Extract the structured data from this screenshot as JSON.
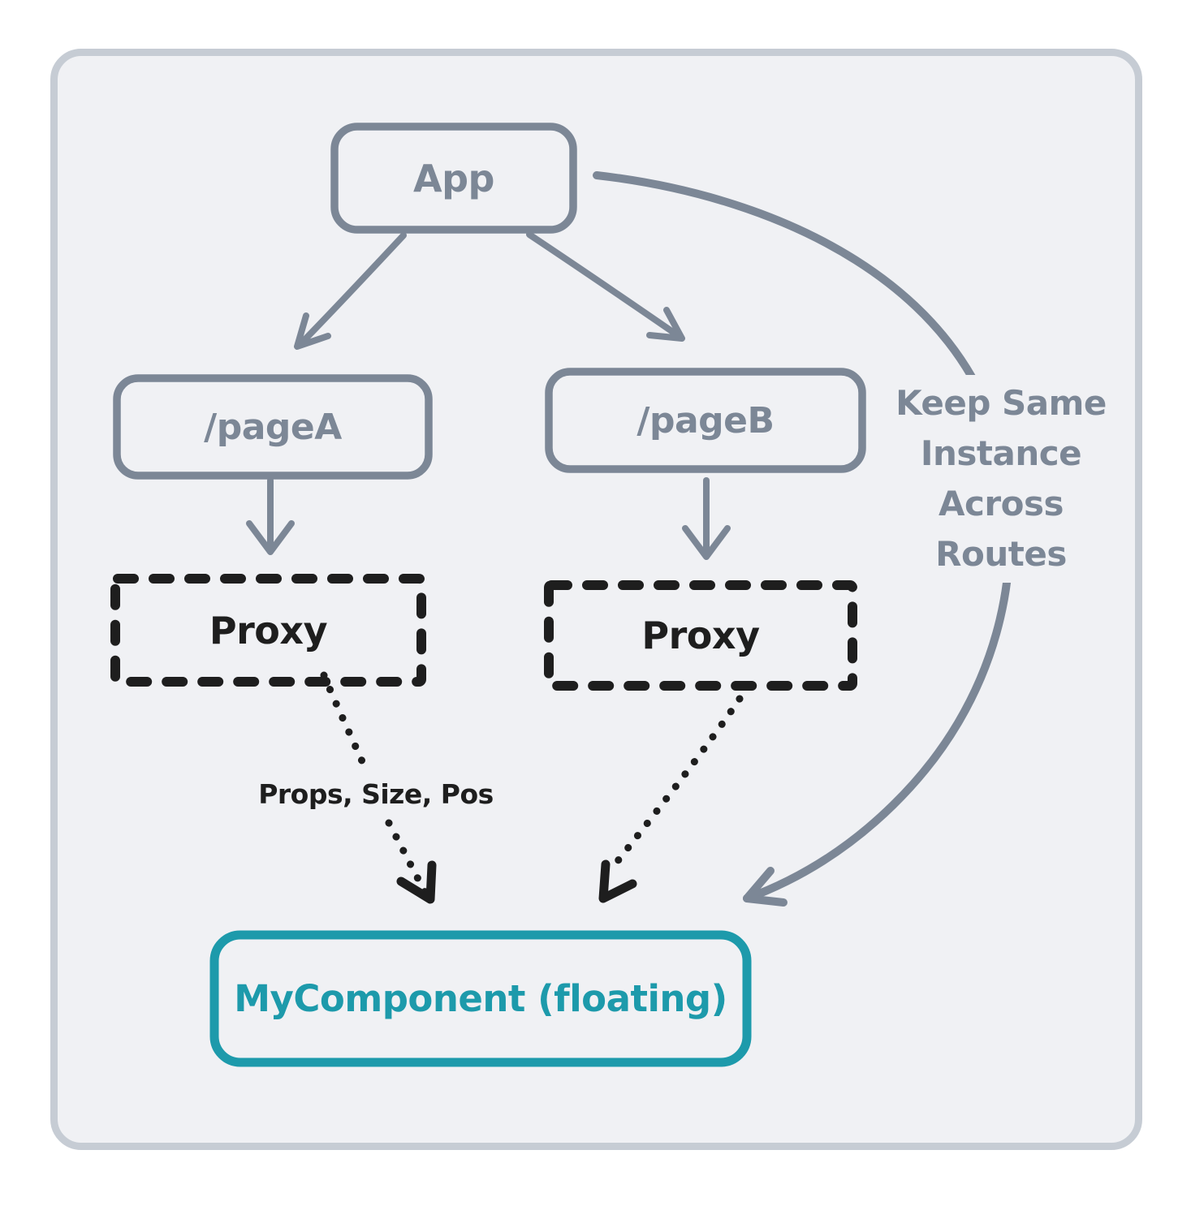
{
  "theme": {
    "c-gray": "#7c8796",
    "c-black": "#1e1e1e",
    "c-teal": "#1d9aab",
    "c-panel-bg": "#f0f1f4",
    "c-panel-border": "#c6ccd4"
  },
  "nodes": {
    "app": {
      "label": "App"
    },
    "page_a": {
      "label": "/pageA"
    },
    "page_b": {
      "label": "/pageB"
    },
    "proxy_a": {
      "label": "Proxy"
    },
    "proxy_b": {
      "label": "Proxy"
    },
    "my_component": {
      "label": "MyComponent (floating)"
    }
  },
  "edge_labels": {
    "props": "Props, Size, Pos",
    "keep_same_instance": [
      "Keep Same",
      "Instance",
      "Across",
      "Routes"
    ]
  }
}
